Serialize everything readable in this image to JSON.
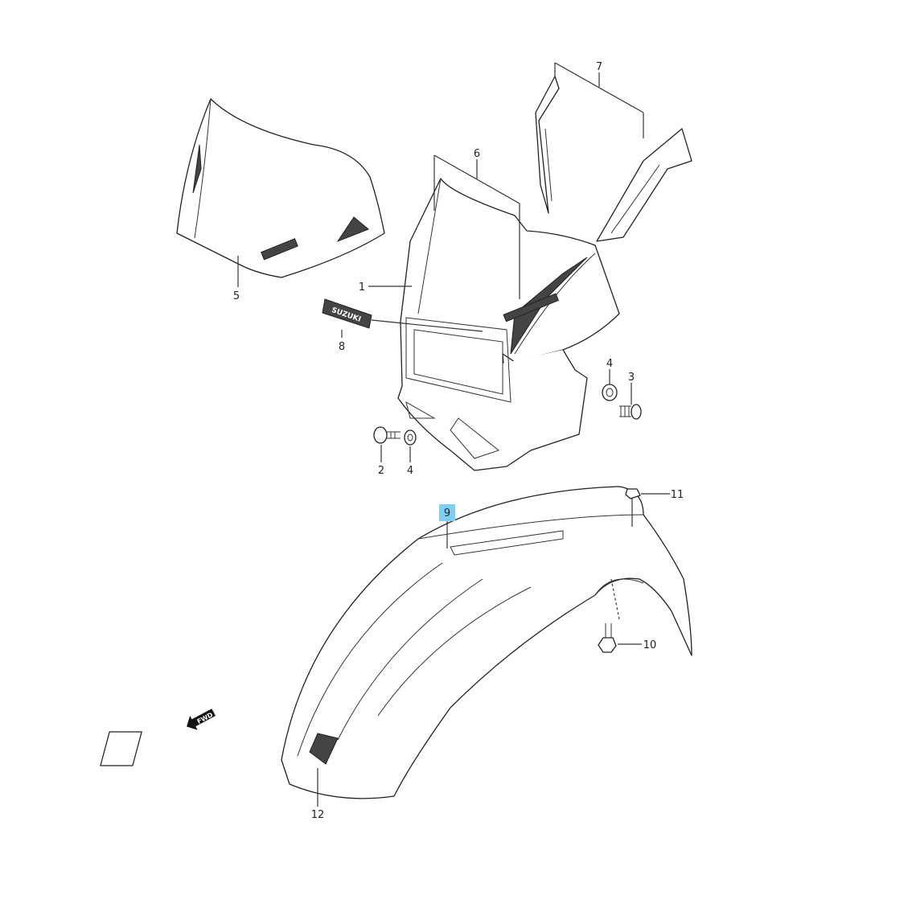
{
  "diagram": {
    "callouts": [
      {
        "ref": "1"
      },
      {
        "ref": "2"
      },
      {
        "ref": "3"
      },
      {
        "ref": "4"
      },
      {
        "ref": "4"
      },
      {
        "ref": "5"
      },
      {
        "ref": "6"
      },
      {
        "ref": "7"
      },
      {
        "ref": "8"
      },
      {
        "ref": "9",
        "highlighted": true
      },
      {
        "ref": "10"
      },
      {
        "ref": "11"
      },
      {
        "ref": "12"
      }
    ],
    "highlight_color": "#7fd0f0",
    "direction_arrow": "FWD",
    "decal_text": "SUZUKI"
  }
}
